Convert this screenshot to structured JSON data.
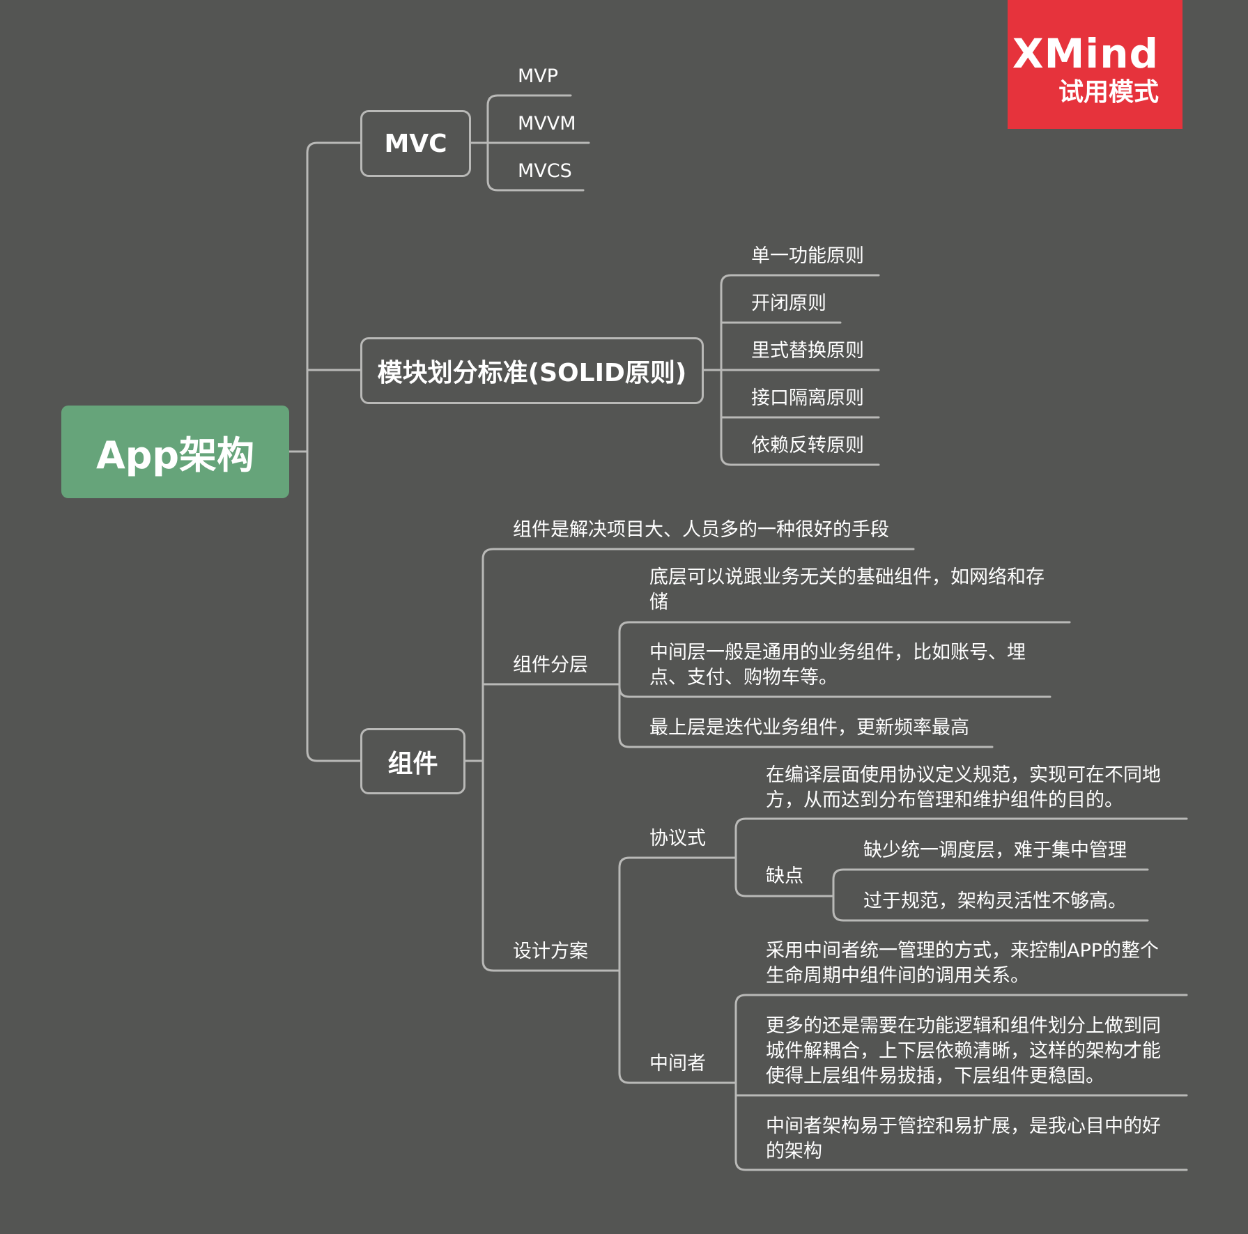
{
  "root": "App架构",
  "watermark": {
    "line1": "XMind",
    "line2": "试用模式"
  },
  "mvc": {
    "label": "MVC",
    "children": [
      "MVP",
      "MVVM",
      "MVCS"
    ]
  },
  "solid": {
    "label": "模块划分标准(SOLID原则)",
    "children": [
      "单一功能原则",
      "开闭原则",
      "里式替换原则",
      "接口隔离原则",
      "依赖反转原则"
    ]
  },
  "component": {
    "label": "组件",
    "summary": "组件是解决项目大、人员多的一种很好的手段",
    "layers": {
      "label": "组件分层",
      "items": [
        "底层可以说跟业务无关的基础组件，如网络和存\n储",
        "中间层一般是通用的业务组件，比如账号、埋\n点、支付、购物车等。",
        "最上层是迭代业务组件，更新频率最高"
      ]
    },
    "design": {
      "label": "设计方案",
      "protocol": {
        "label": "协议式",
        "desc": "在编译层面使用协议定义规范，实现可在不同地\n方，从而达到分布管理和维护组件的目的。",
        "cons": {
          "label": "缺点",
          "items": [
            "缺少统一调度层，难于集中管理",
            "过于规范，架构灵活性不够高。"
          ]
        }
      },
      "mediator": {
        "label": "中间者",
        "items": [
          "采用中间者统一管理的方式，来控制APP的整个\n生命周期中组件间的调用关系。",
          "更多的还是需要在功能逻辑和组件划分上做到同\n城件解耦合，上下层依赖清晰，这样的架构才能\n使得上层组件易拔插，下层组件更稳固。",
          "中间者架构易于管控和易扩展，是我心目中的好\n的架构"
        ]
      }
    }
  }
}
